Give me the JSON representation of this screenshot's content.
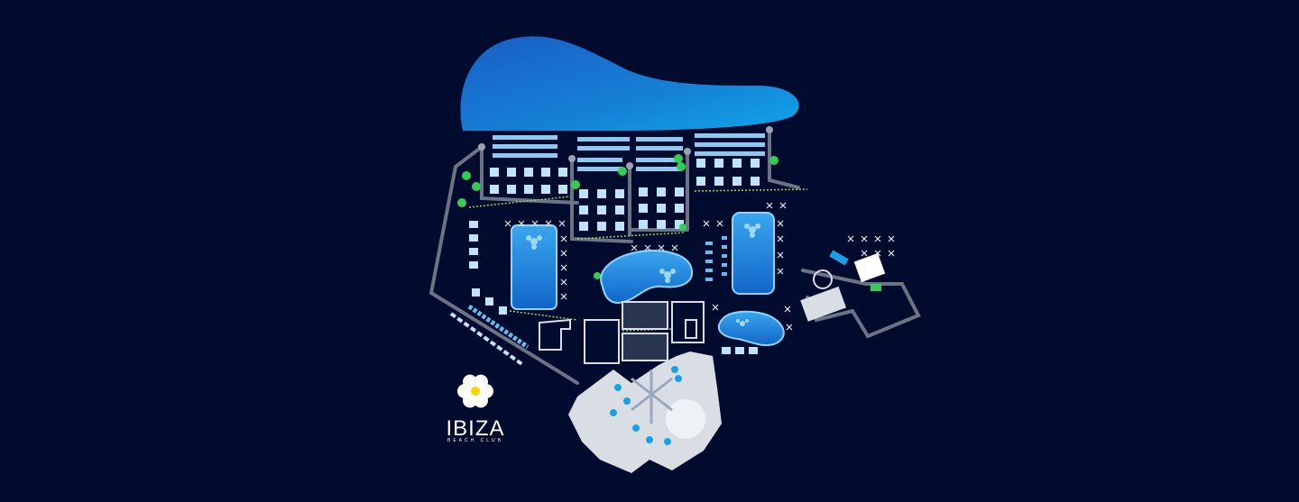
{
  "map": {
    "background_color": "#000b2d",
    "colors": {
      "sea": "#1f7ed6",
      "sea_light": "#0fa3e8",
      "pool": "#1b86d8",
      "pool_edge": "#8fd3ff",
      "walkway": "#6b7385",
      "sunbed": "#8fc9f2",
      "cabana": "#bfe3fb",
      "palm": "#33cc55",
      "building": "#d9dde4",
      "lights": "#7fdc6a"
    },
    "features": [
      {
        "name": "sea",
        "icon": "sea-shape"
      },
      {
        "name": "pool-west",
        "icon": "pool-flower-icon"
      },
      {
        "name": "pool-center",
        "icon": "pool-flower-icon"
      },
      {
        "name": "pool-east",
        "icon": "pool-flower-icon"
      },
      {
        "name": "pool-south",
        "icon": "pool-shape"
      },
      {
        "name": "restaurant-complex",
        "icon": "building-shape"
      },
      {
        "name": "lounge-east",
        "icon": "building-shape"
      }
    ]
  },
  "logo": {
    "icon": "flower-icon",
    "petal_color": "#ffffff",
    "center_color": "#ffd400",
    "wordmark": "IBIZA",
    "subtitle": "BEACH CLUB"
  }
}
